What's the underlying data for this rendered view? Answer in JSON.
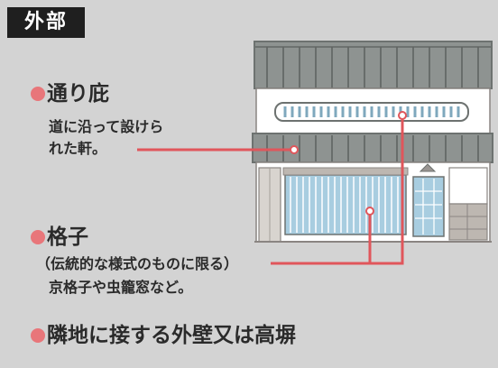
{
  "title": "外部",
  "colors": {
    "accent": "#e0565b",
    "bullet": "#e8767a",
    "roof": "#8e9391",
    "lattice": "#a8cde0",
    "wood": "#a59f99",
    "title_bg": "#1f1f1f"
  },
  "items": [
    {
      "heading": "通り庇",
      "desc_lines": [
        "道に沿って設けら",
        "れた軒。"
      ]
    },
    {
      "heading": "格子",
      "desc_lines": [
        "（伝統的な様式のものに限る）",
        "京格子や虫籠窓など。"
      ]
    },
    {
      "heading": "隣地に接する外壁又は高塀",
      "desc_lines": []
    }
  ]
}
